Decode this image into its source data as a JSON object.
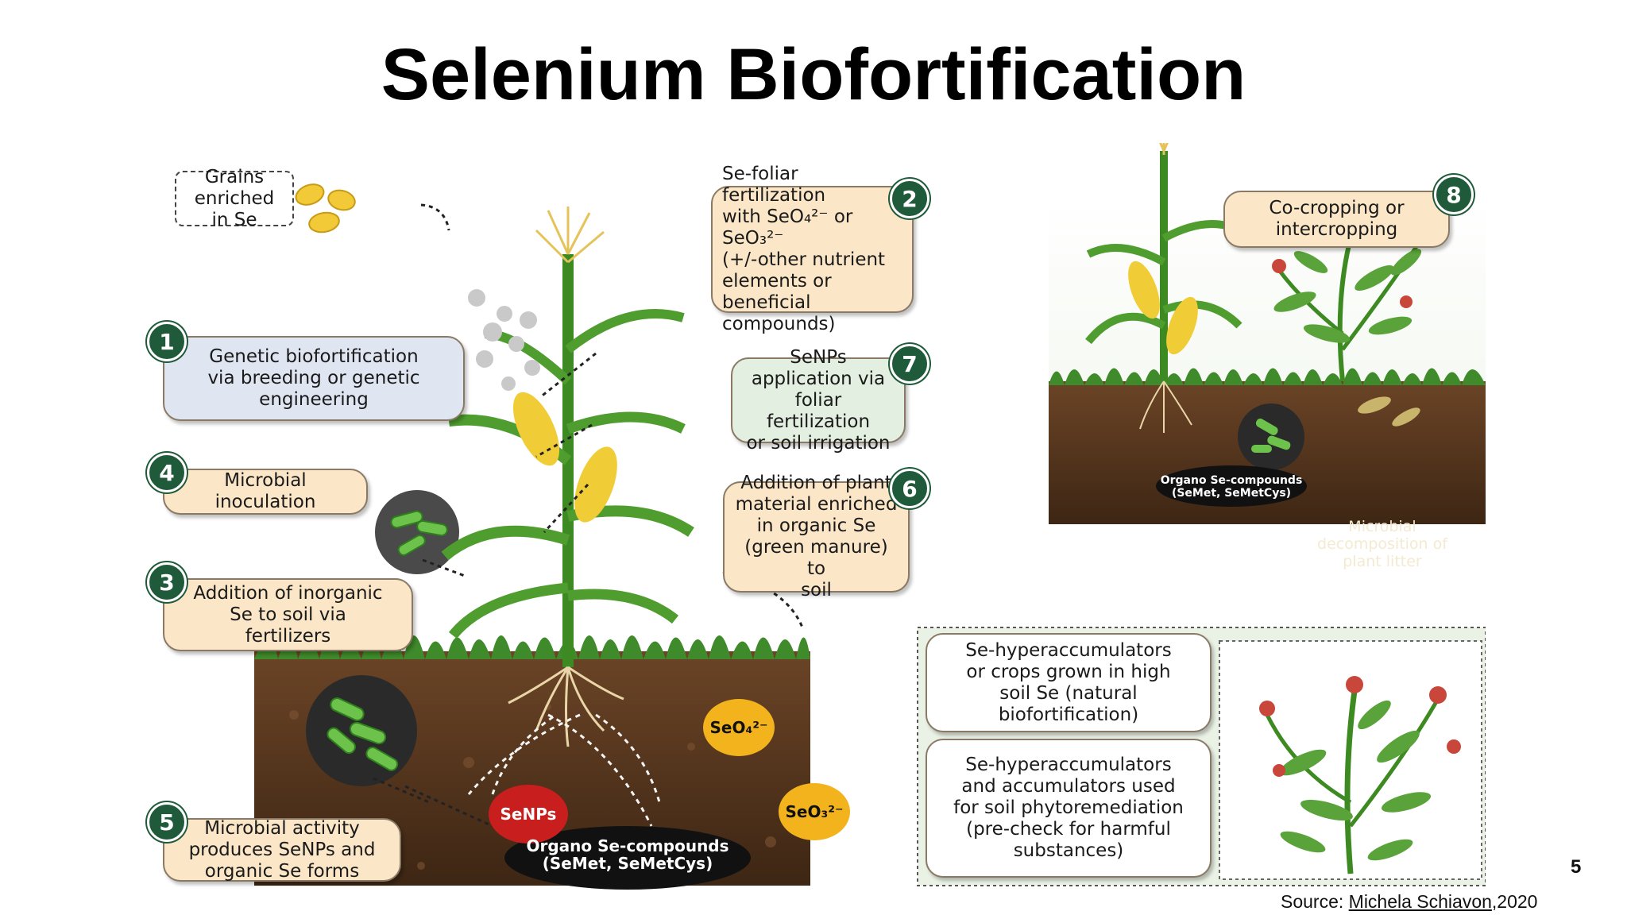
{
  "title": "Selenium Biofortification",
  "slide_number": "5",
  "source": {
    "prefix": "Source: ",
    "author": "Michela Schiavon",
    "year": ",2020"
  },
  "callouts": {
    "grains": "Grains enriched\nin Se",
    "c1": "Genetic biofortification\nvia breeding or genetic\nengineering",
    "c2": "Se-foliar fertilization\nwith SeO₄²⁻ or SeO₃²⁻\n(+/-other nutrient\nelements or beneficial\ncompounds)",
    "c3": "Addition of inorganic\nSe to soil via\nfertilizers",
    "c4": "Microbial\ninoculation",
    "c5": "Microbial activity\nproduces SeNPs and\norganic Se forms",
    "c6": "Addition of plant\nmaterial enriched\nin organic Se\n(green manure) to\nsoil",
    "c7": "SeNPs\napplication via\nfoliar fertilization\nor soil irrigation",
    "c8": "Co-cropping or\nintercropping",
    "hyper1": "Se-hyperaccumulators\nor crops grown in high\nsoil Se (natural\nbiofortification)",
    "hyper2": "Se-hyperaccumulators\nand accumulators used\nfor soil phytoremediation\n(pre-check for harmful\nsubstances)"
  },
  "badges": [
    "1",
    "2",
    "3",
    "4",
    "5",
    "6",
    "7",
    "8"
  ],
  "soil_labels": {
    "seo4": "SeO₄²⁻",
    "seo3": "SeO₃²⁻",
    "senps": "SeNPs",
    "organo": "Organo Se-compounds\n(SeMet, SeMetCys)",
    "organo_small": "Organo Se-compounds\n(SeMet, SeMetCys)",
    "microbial_decomp": "Microbial\ndecomposition of\nplant litter"
  },
  "colors": {
    "badge": "#1f5a3a",
    "peach": "#fbe7c7",
    "blue": "#dfe6f2",
    "green": "#e3efe0",
    "soil": "#5b3a22",
    "seo_yellow": "#f2b31d",
    "senps_red": "#c81e1e"
  }
}
